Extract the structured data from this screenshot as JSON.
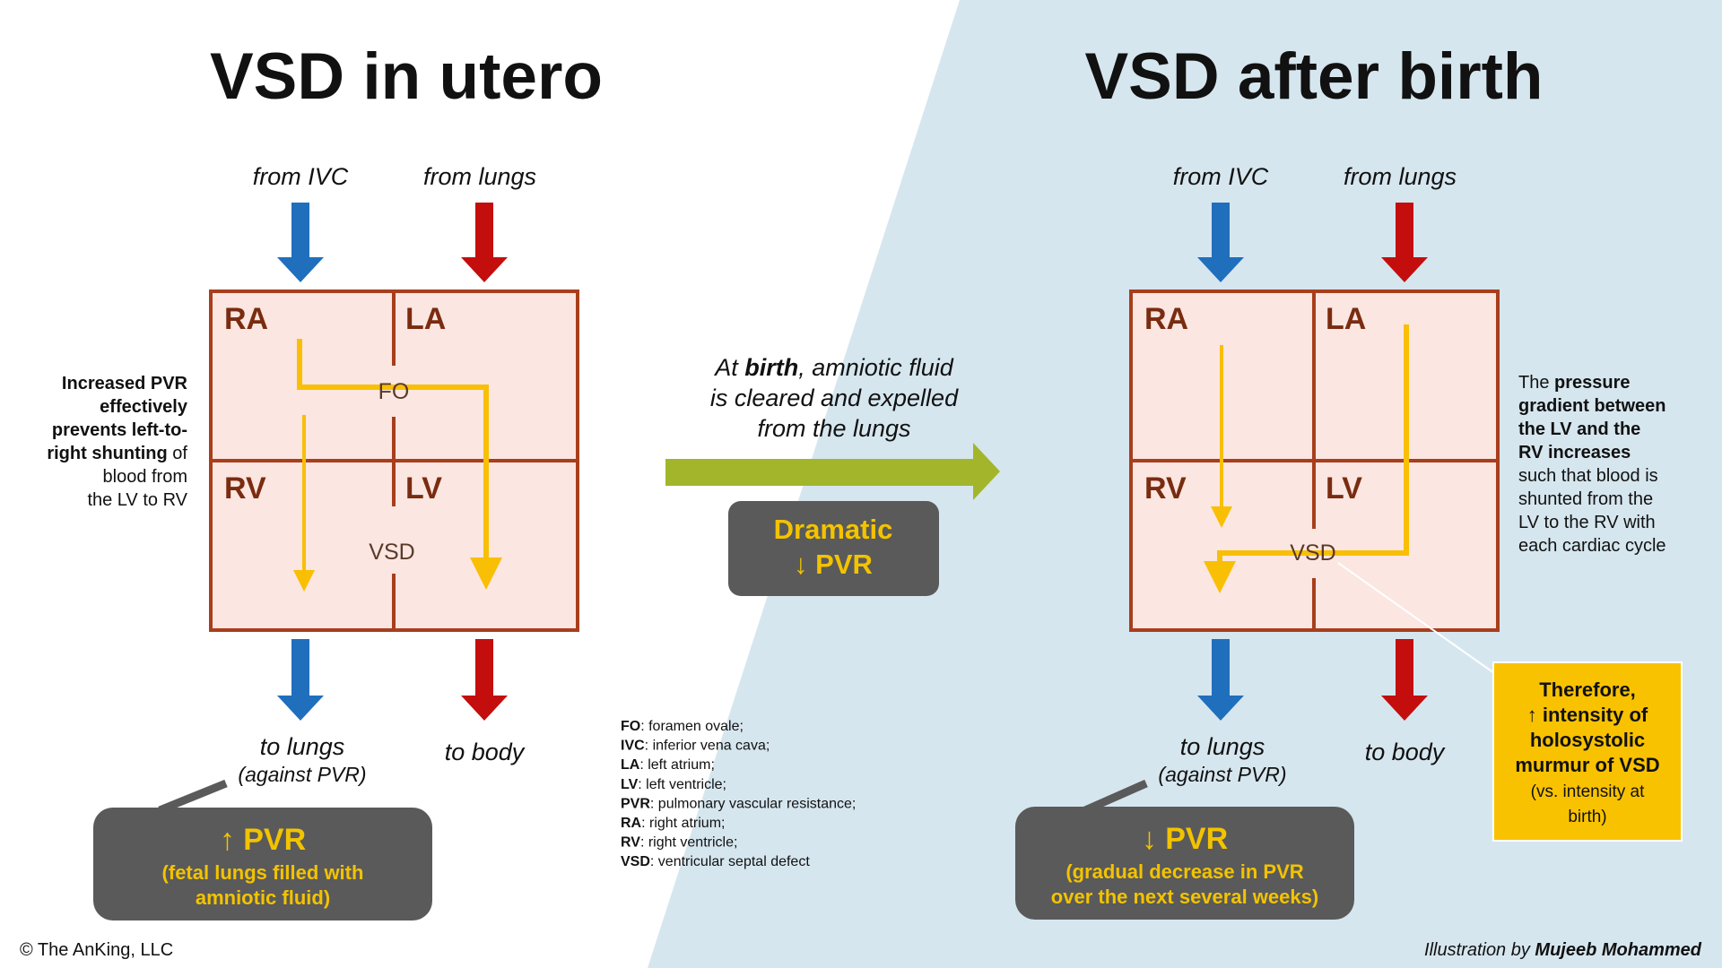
{
  "colors": {
    "background_right": "#d6e6ef",
    "chamber_fill": "#fbe6e1",
    "chamber_border": "#a83e1c",
    "chamber_label": "#7a2c10",
    "blue_arrow": "#1f6fbd",
    "red_arrow": "#c40d0d",
    "flow_yellow": "#f9bf05",
    "green_arrow": "#a3b62b",
    "gray_box": "#5a5a5a",
    "box_text": "#f3c300",
    "yellow_box": "#f9c200"
  },
  "left": {
    "title": "VSD in utero",
    "from_ivc": "from IVC",
    "from_lungs": "from lungs",
    "chambers": {
      "ra": "RA",
      "la": "LA",
      "rv": "RV",
      "lv": "LV"
    },
    "fo_label": "FO",
    "vsd_label": "VSD",
    "to_lungs": "to lungs",
    "against_pvr": "(against PVR)",
    "to_body": "to body",
    "side_note": [
      [
        {
          "t": "Increased PVR",
          "b": true
        }
      ],
      [
        {
          "t": "effectively",
          "b": true
        }
      ],
      [
        {
          "t": "prevents left-to-",
          "b": true
        }
      ],
      [
        {
          "t": "right shunting",
          "b": true
        },
        {
          "t": " of",
          "b": false
        }
      ],
      [
        {
          "t": "blood from",
          "b": false
        }
      ],
      [
        {
          "t": "the LV to RV",
          "b": false
        }
      ]
    ],
    "callout_title": "↑ PVR",
    "callout_sub": [
      "(fetal lungs filled with",
      "amniotic fluid)"
    ]
  },
  "middle": {
    "transition_lines": [
      [
        {
          "t": "At ",
          "b": false
        },
        {
          "t": "birth",
          "b": true
        },
        {
          "t": ", amniotic fluid",
          "b": false
        }
      ],
      [
        {
          "t": "is cleared and expelled",
          "b": false
        }
      ],
      [
        {
          "t": "from the lungs",
          "b": false
        }
      ]
    ],
    "dramatic_lines": [
      "Dramatic",
      "↓ PVR"
    ],
    "abbreviations": [
      {
        "abbr": "FO",
        "def": ": foramen ovale;"
      },
      {
        "abbr": "IVC",
        "def": ": inferior vena cava;"
      },
      {
        "abbr": "LA",
        "def": ": left atrium;"
      },
      {
        "abbr": "LV",
        "def": ": left ventricle;"
      },
      {
        "abbr": "PVR",
        "def": ": pulmonary vascular resistance;"
      },
      {
        "abbr": "RA",
        "def": ": right atrium;"
      },
      {
        "abbr": "RV",
        "def": ": right ventricle;"
      },
      {
        "abbr": "VSD",
        "def": ": ventricular septal defect"
      }
    ]
  },
  "right": {
    "title": "VSD after birth",
    "from_ivc": "from IVC",
    "from_lungs": "from lungs",
    "chambers": {
      "ra": "RA",
      "la": "LA",
      "rv": "RV",
      "lv": "LV"
    },
    "vsd_label": "VSD",
    "to_lungs": "to lungs",
    "against_pvr": "(against PVR)",
    "to_body": "to body",
    "side_note": [
      [
        {
          "t": "The ",
          "b": false
        },
        {
          "t": "pressure",
          "b": true
        }
      ],
      [
        {
          "t": "gradient between",
          "b": true
        }
      ],
      [
        {
          "t": "the LV and the",
          "b": true
        }
      ],
      [
        {
          "t": "RV increases",
          "b": true
        }
      ],
      [
        {
          "t": "such that blood is",
          "b": false
        }
      ],
      [
        {
          "t": "shunted from the",
          "b": false
        }
      ],
      [
        {
          "t": "LV to the RV with",
          "b": false
        }
      ],
      [
        {
          "t": "each cardiac cycle",
          "b": false
        }
      ]
    ],
    "callout_title": "↓ PVR",
    "callout_sub": [
      "(gradual decrease in PVR",
      "over the next several weeks)"
    ],
    "murmur_lines": [
      {
        "t": "Therefore,",
        "b": true
      },
      {
        "t": "↑ intensity of",
        "b": true
      },
      {
        "t": "holosystolic",
        "b": true
      },
      {
        "t": "murmur of VSD",
        "b": true
      },
      {
        "t": "(vs. intensity at",
        "b": false
      },
      {
        "t": "birth)",
        "b": false
      }
    ]
  },
  "footer": {
    "copyright": "© The AnKing, LLC",
    "credit_prefix": "Illustration by ",
    "credit_name": "Mujeeb Mohammed"
  }
}
